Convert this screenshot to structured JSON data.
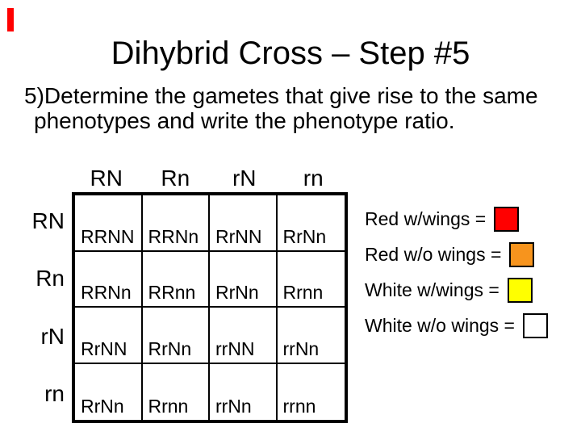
{
  "slide": {
    "title": "Dihybrid Cross – Step #5",
    "body": {
      "line1": "5)Determine the gametes that give rise to the same",
      "line2": "phenotypes and write the phenotype ratio."
    },
    "accent_bar_color": "#ff0000"
  },
  "punnett_square": {
    "col_headers": [
      "RN",
      "Rn",
      "rN",
      "rn"
    ],
    "row_headers": [
      "RN",
      "Rn",
      "rN",
      "rn"
    ],
    "cells": [
      [
        "RRNN",
        "RRNn",
        "RrNN",
        "RrNn"
      ],
      [
        "RRNn",
        "RRnn",
        "RrNn",
        "Rrnn"
      ],
      [
        "RrNN",
        "RrNn",
        "rrNN",
        "rrNn"
      ],
      [
        "RrNn",
        "Rrnn",
        "rrNn",
        "rrnn"
      ]
    ]
  },
  "legend": {
    "items": [
      {
        "label": "Red w/wings =",
        "color": "#ff0000"
      },
      {
        "label": "Red w/o wings =",
        "color": "#f7941d"
      },
      {
        "label": "White w/wings =",
        "color": "#ffff00"
      },
      {
        "label": "White w/o wings =",
        "color": "#ffffff"
      }
    ]
  }
}
